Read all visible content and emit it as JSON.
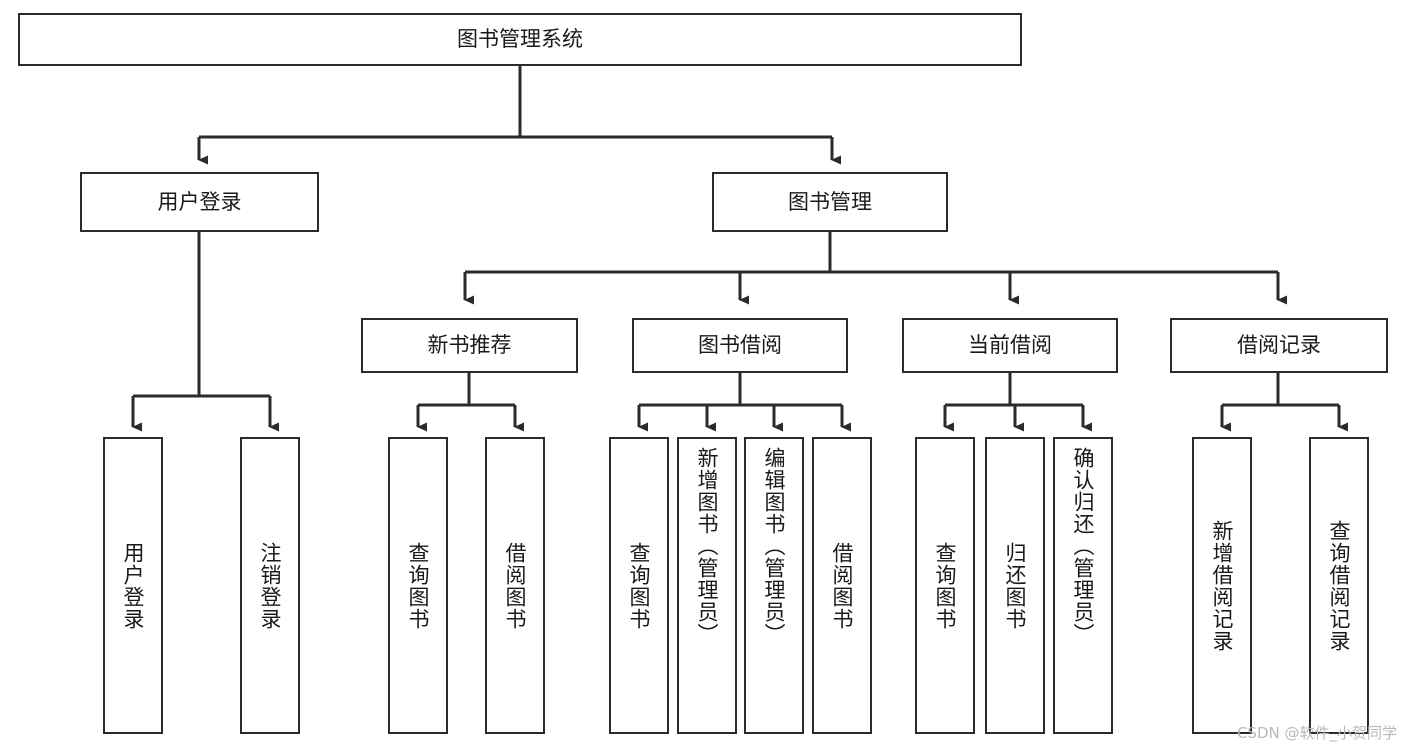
{
  "diagram": {
    "title": "图书管理系统",
    "type": "tree-hierarchy-chart",
    "stroke_color": "#2b2b2b",
    "fill_color": "#ffffff",
    "text_color": "#1a1a1a"
  },
  "watermark": {
    "text": "CSDN @软件_小贺同学",
    "color": "#b9b9b9"
  },
  "nodes": {
    "root": {
      "label": "图书管理系统"
    },
    "level1": [
      {
        "label": "用户登录"
      },
      {
        "label": "图书管理"
      }
    ],
    "level2": [
      {
        "label": "新书推荐"
      },
      {
        "label": "图书借阅"
      },
      {
        "label": "当前借阅"
      },
      {
        "label": "借阅记录"
      }
    ],
    "leaves_user_login": [
      {
        "label": "用户登录"
      },
      {
        "label": "注销登录"
      }
    ],
    "leaves_new_book": [
      {
        "label": "查询图书"
      },
      {
        "label": "借阅图书"
      }
    ],
    "leaves_borrow": [
      {
        "label": "查询图书"
      },
      {
        "label": "新增图书（管理员）"
      },
      {
        "label": "编辑图书（管理员）"
      },
      {
        "label": "借阅图书"
      }
    ],
    "leaves_current": [
      {
        "label": "查询图书"
      },
      {
        "label": "归还图书"
      },
      {
        "label": "确认归还（管理员）"
      }
    ],
    "leaves_records": [
      {
        "label": "新增借阅记录"
      },
      {
        "label": "查询借阅记录"
      }
    ]
  }
}
